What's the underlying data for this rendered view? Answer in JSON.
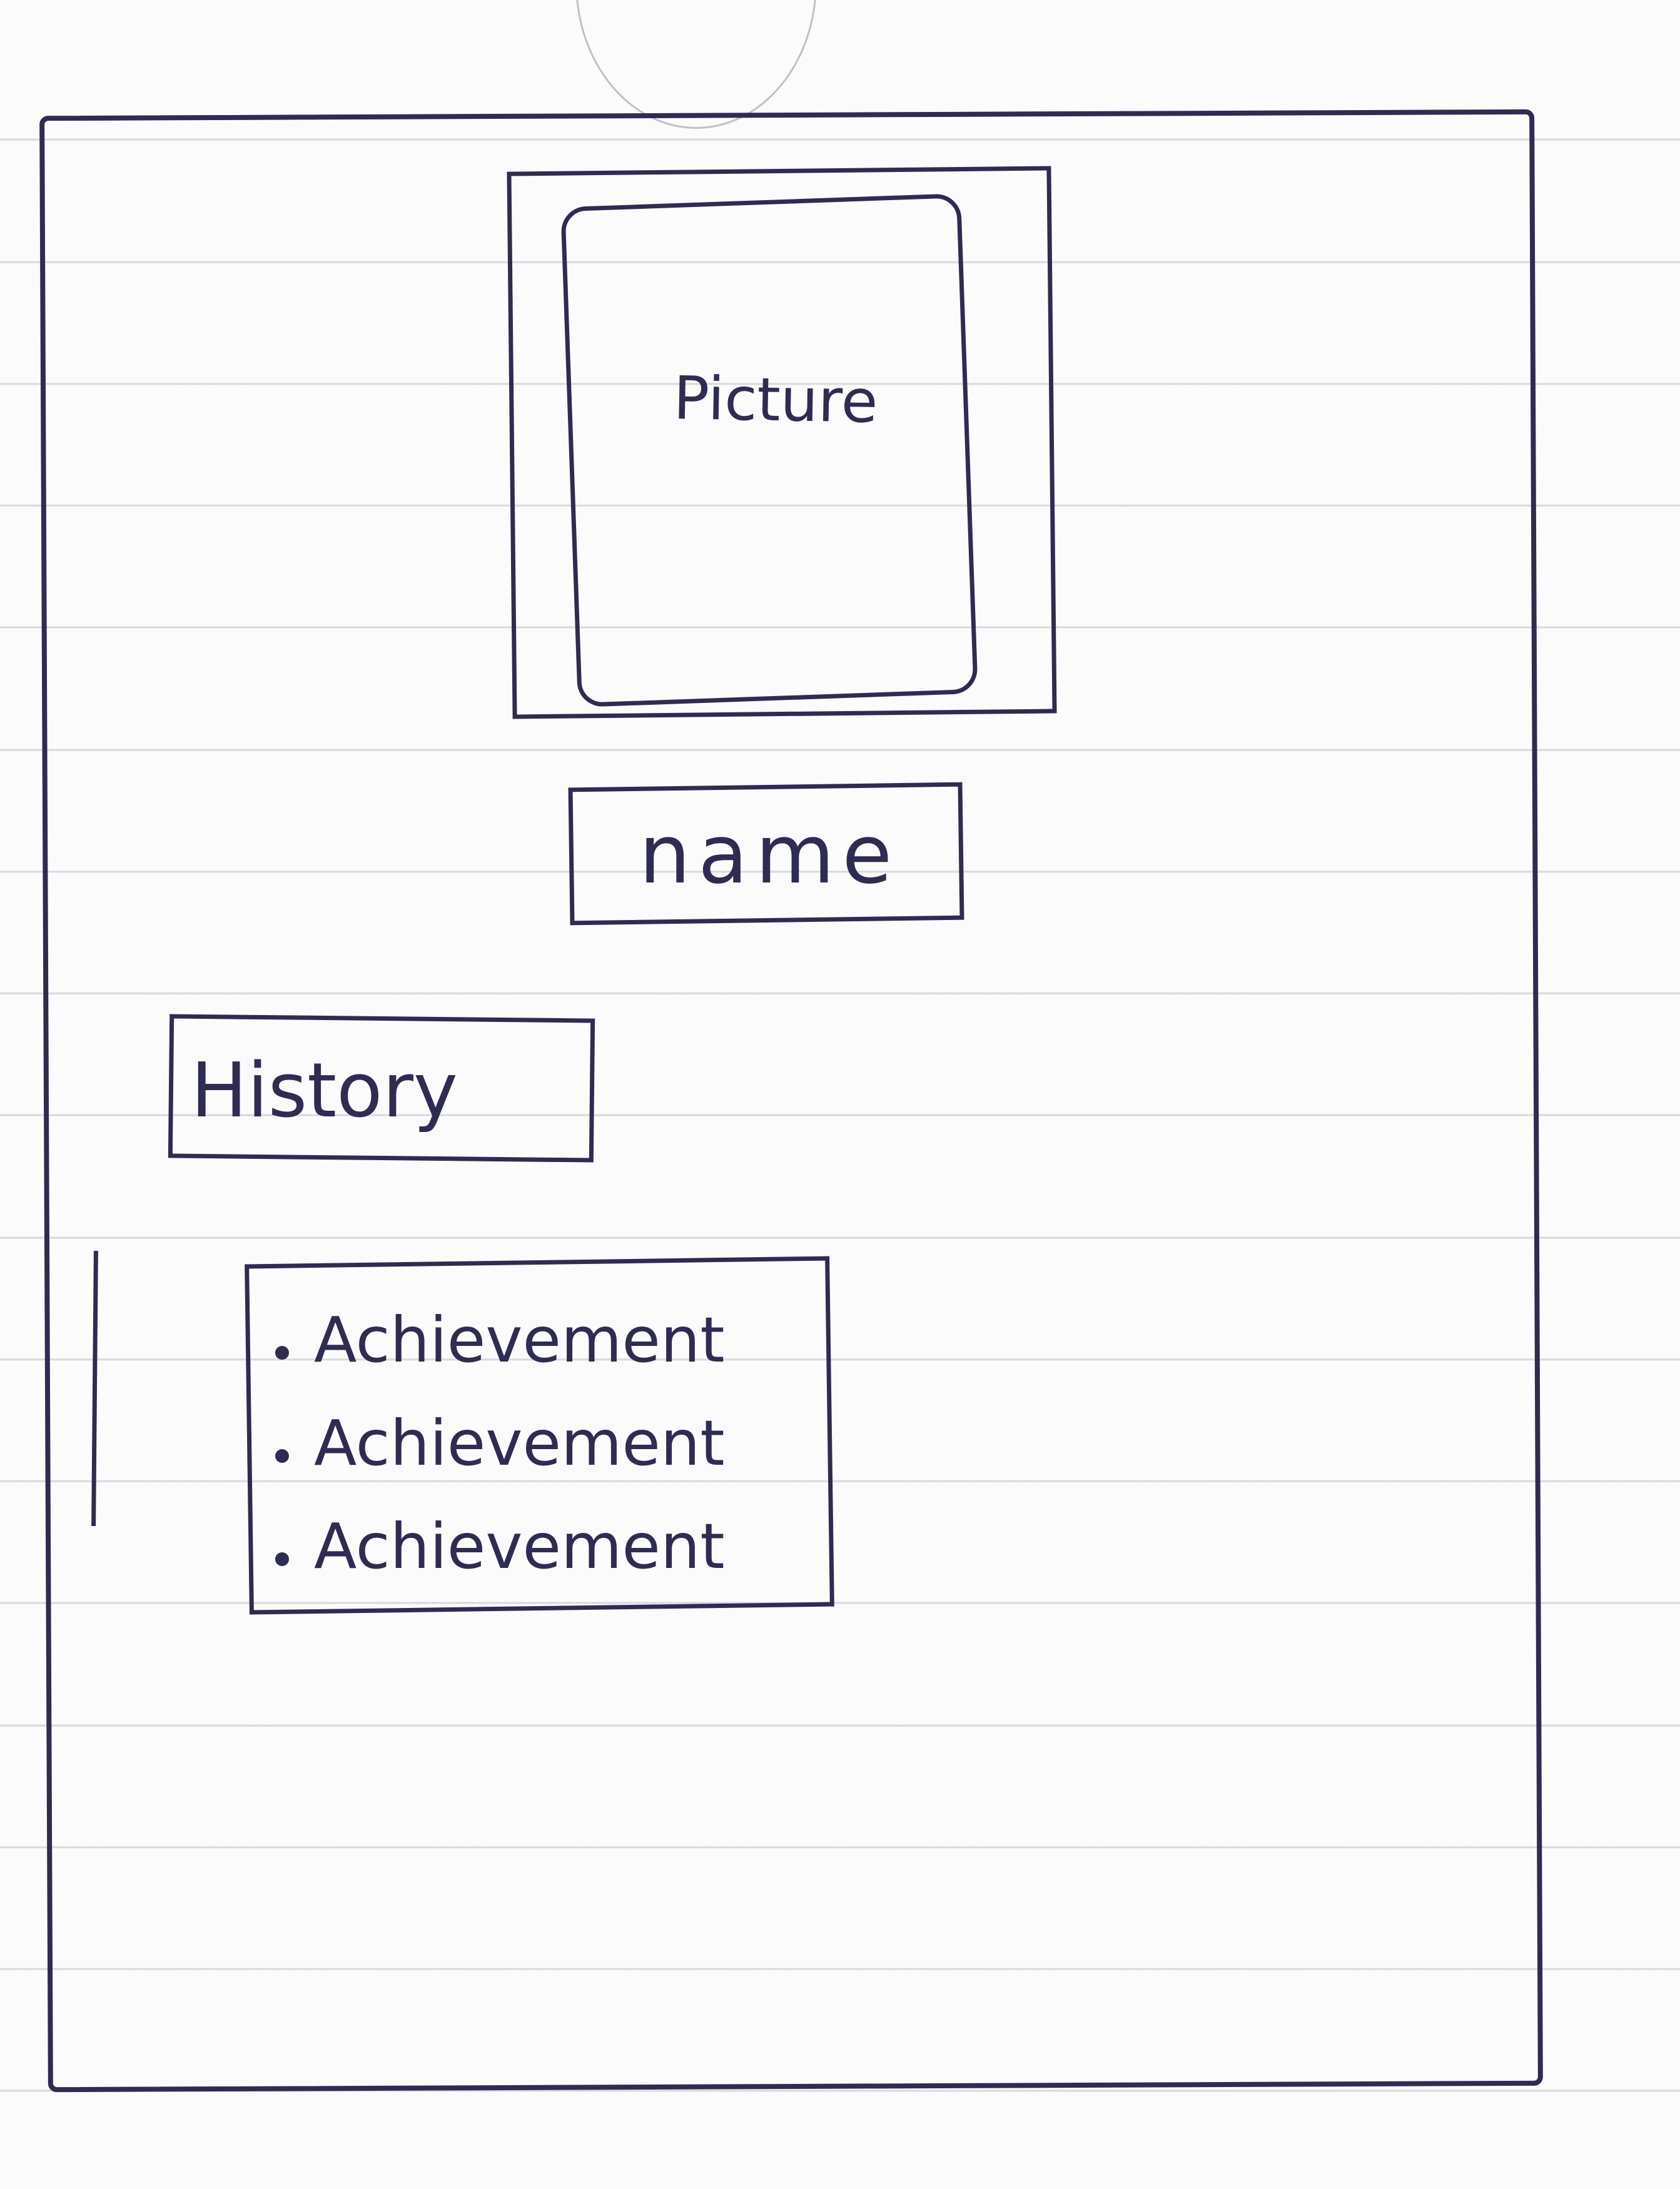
{
  "wireframe": {
    "picture_label": "Picture",
    "name_label": "name",
    "history_label": "History",
    "achievements": [
      "Achievement",
      "Achievement",
      "Achievement"
    ],
    "ink_color": "#2e2c52",
    "paper_color": "#fbfbfb"
  }
}
